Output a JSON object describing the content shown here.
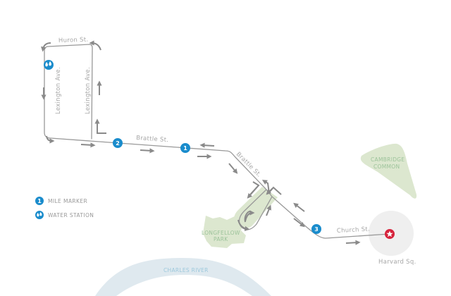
{
  "colors": {
    "route": "#999999",
    "arrow": "#8a8a8a",
    "marker": "#1a8ccc",
    "finish": "#d6233c",
    "finish_halo": "#efefef",
    "park": "#dce7cf",
    "park_text": "#9cc39a",
    "river": "#dfe9ef",
    "river_text": "#9cc8dc",
    "street_text": "#a7a7a7"
  },
  "streets": {
    "huron": "Huron St.",
    "lexington_west": "Lexington Ave.",
    "lexington_east": "Lexington Ave.",
    "brattle_1": "Brattle St.",
    "brattle_2": "Brattle St.",
    "church": "Church St."
  },
  "areas": {
    "cambridge_common_line1": "CAMBRIDGE",
    "cambridge_common_line2": "COMMON",
    "longfellow_line1": "LONGFELLOW",
    "longfellow_line2": "PARK",
    "river": "CHARLES RIVER"
  },
  "landmarks": {
    "finish": "Harvard Sq."
  },
  "mile_markers": [
    {
      "number": "1"
    },
    {
      "number": "2"
    },
    {
      "number": "3"
    }
  ],
  "legend": {
    "mile_marker_icon_number": "1",
    "mile_marker_label": "MILE MARKER",
    "water_station_label": "WATER STATION"
  }
}
